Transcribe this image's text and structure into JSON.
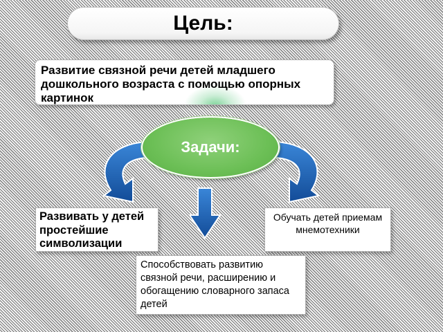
{
  "goal": {
    "title": "Цель:",
    "description": "Развитие связной  речи детей младшего дошкольного возраста  с помощью  опорных картинок"
  },
  "tasks": {
    "title": "Задачи:",
    "items": [
      "Развивать у детей простейшие символизации",
      "Обучать детей приемам мнемотехники",
      "Способствовать развитию связной речи, расширению и обогащению словарного запаса детей"
    ]
  },
  "colors": {
    "arrow_blue": "#1f64b8",
    "ellipse_green": "#6cbf56"
  }
}
